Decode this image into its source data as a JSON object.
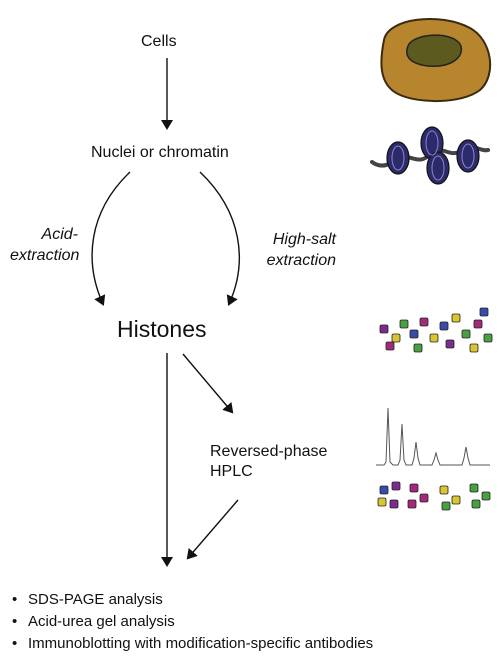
{
  "diagram": {
    "nodes": {
      "cells": "Cells",
      "nuclei": "Nuclei or chromatin",
      "histones": "Histones",
      "hplc_line1": "Reversed-phase",
      "hplc_line2": "HPLC"
    },
    "edges": {
      "acid_line1": "Acid-",
      "acid_line2": "extraction",
      "salt_line1": "High-salt",
      "salt_line2": "extraction"
    },
    "analysis": [
      "SDS-PAGE analysis",
      "Acid-urea gel analysis",
      "Immunoblotting with modification-specific antibodies"
    ],
    "bullet": "•"
  },
  "colors": {
    "cell_body": "#b7852e",
    "cell_nucleus": "#5d5a20",
    "chromatin": "#2d2a6b",
    "histone_purple": "#7b2d8e",
    "histone_yellow": "#d9c531",
    "histone_green": "#4aa040",
    "histone_blue": "#3a4aa8",
    "histone_magenta": "#a3297a"
  }
}
